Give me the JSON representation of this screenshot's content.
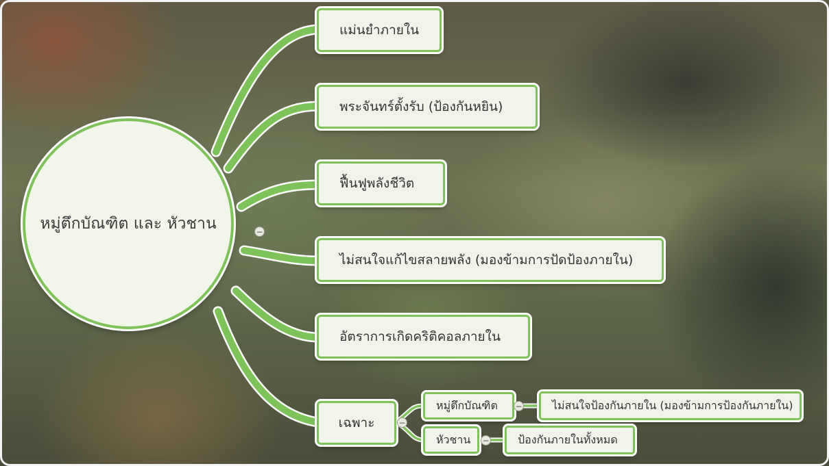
{
  "root": {
    "label": "หมู่ตึกบัณฑิต และ หัวชาน"
  },
  "branches": [
    "แม่นยำภายใน",
    "พระจันทร์ตั้งรับ (ป้องกันหยิน)",
    "ฟื้นฟูพลังชีวิต",
    "ไม่สนใจแก้ไขสลายพลัง (มองข้ามการปัดป้องภายใน)",
    "อัตราการเกิดคริติคอลภายใน",
    "เฉพาะ"
  ],
  "specific": {
    "a": {
      "label": "หมู่ตึกบัณฑิต",
      "detail": "ไม่สนใจป้องกันภายใน (มองข้ามการป้องกันภายใน)"
    },
    "b": {
      "label": "หัวชาน",
      "detail": "ป้องกันภายในทั้งหมด"
    }
  },
  "toggle_symbol": "−",
  "colors": {
    "branch": "#7ec35a",
    "node_fill": "#f1f4ea",
    "outline": "#ffffff"
  }
}
